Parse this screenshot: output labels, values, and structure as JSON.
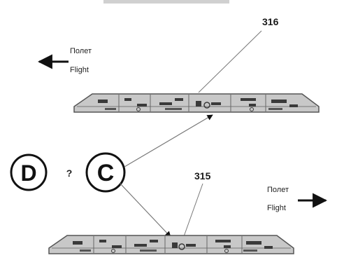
{
  "top_header": "",
  "callouts": {
    "upper": "316",
    "lower": "315"
  },
  "flight_labels": {
    "upper": {
      "ru": "Полет",
      "en": "Flight",
      "direction": "left"
    },
    "lower": {
      "ru": "Полет",
      "en": "Flight",
      "direction": "right"
    }
  },
  "circles": {
    "left_letter": "D",
    "separator": "?",
    "right_letter": "C"
  },
  "colors": {
    "panel_fill": "#c8c8c8",
    "panel_stroke": "#555555",
    "detail_dark": "#3a3a3a",
    "line": "#777777",
    "arrow": "#111111"
  }
}
